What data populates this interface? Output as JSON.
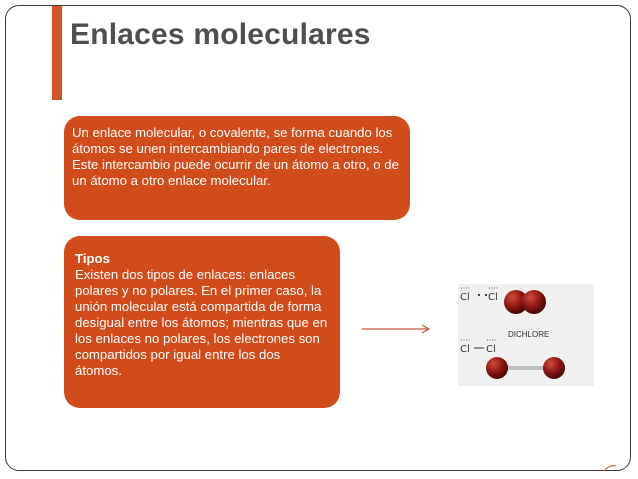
{
  "slide": {
    "title": "Enlaces moleculares",
    "definition_text": "Un enlace molecular, o covalente, se forma cuando los átomos se unen intercambiando pares de electrones. Este intercambio puede ocurrir de un átomo a otro, o de un átomo a otro enlace molecular.",
    "types_heading": "Tipos",
    "types_text": "Existen dos tipos de enlaces: enlaces polares y no polares. En el primer caso, la unión molecular está compartida de forma desigual entre los átomos; mientras que en los enlaces no polares, los electrones son compartidos por igual entre los dos átomos."
  },
  "molecule_diagram": {
    "label": "DICHLORE",
    "atom_symbol": "Cl"
  },
  "colors": {
    "accent": "#d35427",
    "box_fill": "#d24b1a",
    "title_text": "#4f4f4f",
    "atom_fill": "#8a1414"
  }
}
